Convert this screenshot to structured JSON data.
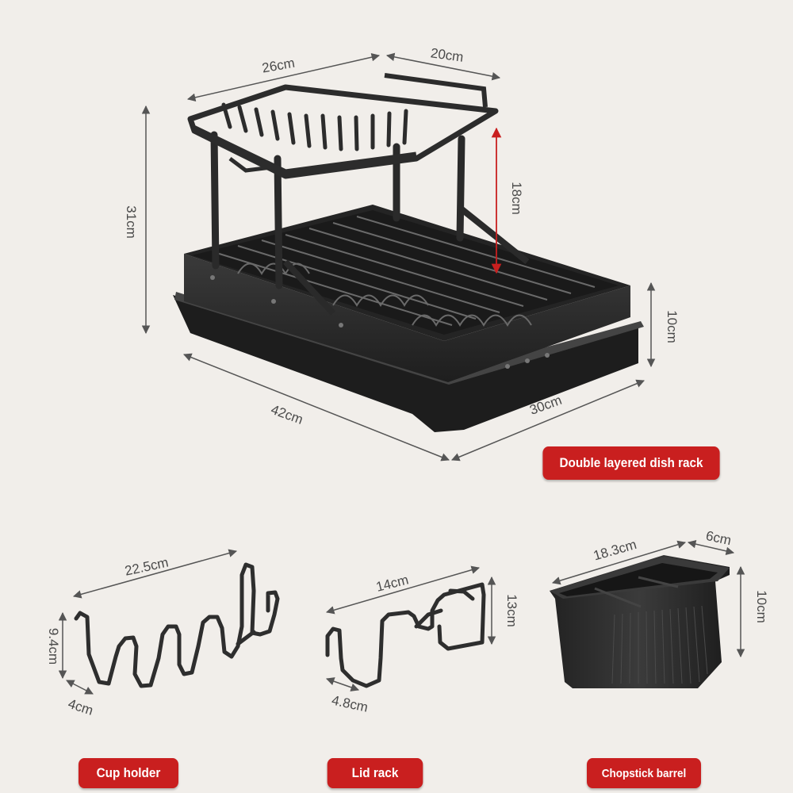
{
  "main_rack": {
    "label": "Double layered dish rack",
    "dims": {
      "top_length": "26cm",
      "top_depth": "20cm",
      "height": "31cm",
      "tier_gap": "18cm",
      "tray_height": "10cm",
      "base_length": "42cm",
      "base_depth": "30cm"
    }
  },
  "accessories": [
    {
      "label": "Cup holder",
      "dims": {
        "length": "22.5cm",
        "height": "9.4cm",
        "depth": "4cm"
      }
    },
    {
      "label": "Lid rack",
      "dims": {
        "length": "14cm",
        "height": "13cm",
        "depth": "4.8cm"
      }
    },
    {
      "label": "Chopstick barrel",
      "dims": {
        "length": "18.3cm",
        "depth": "6cm",
        "height": "10cm"
      }
    }
  ],
  "colors": {
    "badge": "#c91f1f",
    "product": "#2b2b2b",
    "background": "#f1eeea",
    "measure_line": "#555555",
    "accent_line": "#c91f1f"
  }
}
